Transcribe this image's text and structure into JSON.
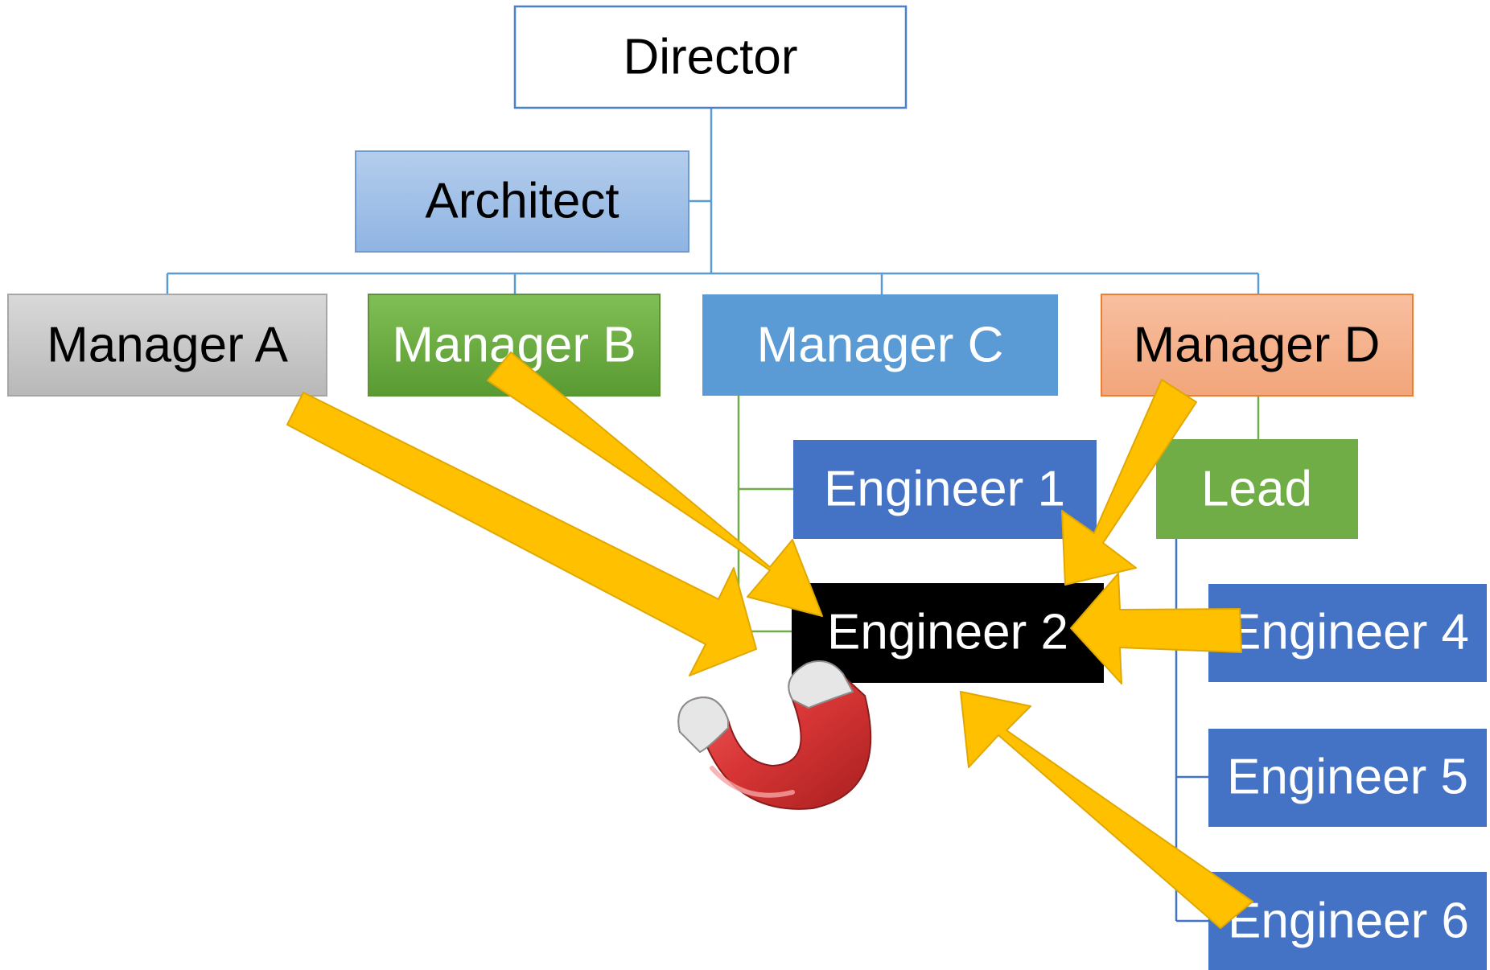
{
  "diagram": {
    "nodes": {
      "director": {
        "label": "Director",
        "fill": "#ffffff",
        "stroke": "#4a7fcb",
        "text_color": "#000000"
      },
      "architect": {
        "label": "Architect",
        "fill": "#a9c5e8",
        "stroke": "#6f9bd4",
        "text_color": "#000000"
      },
      "manager_a": {
        "label": "Manager A",
        "fill": "#c9c9c9",
        "stroke": "#a6a6a6",
        "text_color": "#000000"
      },
      "manager_b": {
        "label": "Manager B",
        "fill": "#6faa46",
        "stroke": "#5b9437",
        "text_color": "#ffffff"
      },
      "manager_c": {
        "label": "Manager C",
        "fill": "#5b9bd5",
        "stroke": "#5b9bd5",
        "text_color": "#ffffff"
      },
      "manager_d": {
        "label": "Manager D",
        "fill": "#f4b08a",
        "stroke": "#ed7d31",
        "text_color": "#000000"
      },
      "engineer_1": {
        "label": "Engineer 1",
        "fill": "#4472c4",
        "stroke": "#4472c4",
        "text_color": "#ffffff"
      },
      "engineer_2": {
        "label": "Engineer 2",
        "fill": "#000000",
        "stroke": "#000000",
        "text_color": "#ffffff"
      },
      "lead": {
        "label": "Lead",
        "fill": "#70ad47",
        "stroke": "#70ad47",
        "text_color": "#ffffff"
      },
      "engineer_4": {
        "label": "Engineer 4",
        "fill": "#4472c4",
        "stroke": "#4472c4",
        "text_color": "#ffffff"
      },
      "engineer_5": {
        "label": "Engineer 5",
        "fill": "#4472c4",
        "stroke": "#4472c4",
        "text_color": "#ffffff"
      },
      "engineer_6": {
        "label": "Engineer 6",
        "fill": "#4472c4",
        "stroke": "#4472c4",
        "text_color": "#ffffff"
      }
    },
    "connector_colors": {
      "main": "#5b9bd5",
      "manager_c_branch": "#70ad47",
      "manager_d_branch": "#70ad47",
      "lead_branch": "#4472c4"
    },
    "arrow_color": "#ffc000",
    "magnet": {
      "body_color": "#d83a3a",
      "tip_color": "#e8e8e8"
    }
  }
}
